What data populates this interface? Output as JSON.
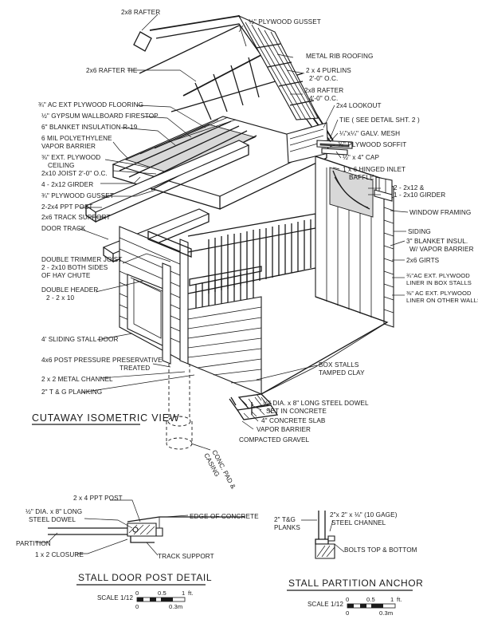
{
  "main_view": {
    "title": "CUTAWAY ISOMETRIC VIEW",
    "labels": {
      "rafter_2x8": "2x8 RAFTER",
      "plywood_gusset_half": "½\" PLYWOOD GUSSET",
      "metal_rib_roofing": "METAL RIB ROOFING",
      "rafter_tie": "2x6 RAFTER TIE",
      "purlins_1": "2 x 4  PURLINS",
      "purlins_2": "2'-0\" O.C.",
      "rafter_2x8_oc_1": "2x8 RAFTER",
      "rafter_2x8_oc_2": "4'-0\" O.C.",
      "ac_flooring": "¾\" AC EXT PLYWOOD FLOORING",
      "lookout": "2x4 LOOKOUT",
      "gypsum_1": "½\" GYPSUM WALLBOARD FIRESTOP",
      "tie_detail": "TIE  ( SEE DETAIL SHT. 2 )",
      "blanket_ceiling": "6\" BLANKET INSULATION  R-19",
      "galv_mesh": "¼\"x¼\"  GALV. MESH",
      "poly_1": "6 MIL POLYETHYLENE",
      "poly_2": "VAPOR BARRIER",
      "plywood_soffit": "⅜\" PLYWOOD SOFFIT",
      "ext_ceiling_1": "⅜\" EXT. PLYWOOD",
      "ext_ceiling_2": "CEILING",
      "cap": "½\" x 4\"  CAP",
      "joist": "2x10  JOIST  2'-0\" O.C.",
      "inlet_baffle_1": "1 x 6  HINGED INLET",
      "inlet_baffle_2": "BAFFLE",
      "girder_4": "4 - 2x12  GIRDER",
      "girder_2x12": "2 - 2x12 &",
      "plywood_gusset_34": "¾\" PLYWOOD GUSSET",
      "girder_1x10": "1 - 2x10  GIRDER",
      "ppt_post": "2-2x4  PPT POST",
      "track_support": "2x6  TRACK  SUPPORT",
      "window_framing": "WINDOW FRAMING",
      "door_track": "DOOR  TRACK",
      "siding": "SIDING",
      "wall_insul_1": "3\" BLANKET INSUL.",
      "wall_insul_2": "W/ VAPOR BARRIER",
      "trimmer_1": "DOUBLE TRIMMER JOIST",
      "trimmer_2": "2 - 2x10  BOTH SIDES",
      "trimmer_3": "OF HAY CHUTE",
      "girts": "2x6  GIRTS",
      "double_header_1": "DOUBLE HEADER",
      "double_header_2": "2 - 2 x 10",
      "liner_box_1": "¾\"AC EXT. PLYWOOD",
      "liner_box_2": "LINER IN BOX STALLS",
      "liner_other_1": "⅜\" AC EXT. PLYWOOD",
      "liner_other_2": "LINER ON OTHER WALLS",
      "sliding_door": "4' SLIDING STALL DOOR",
      "post_1": "4x6  POST  PRESSURE PRESERVATIVE",
      "post_2": "TREATED",
      "box_stalls_1": "BOX STALLS",
      "box_stalls_2": "TAMPED CLAY",
      "metal_channel": "2 x 2  METAL  CHANNEL",
      "tg_planking": "2\" T & G  PLANKING",
      "dowel_1": "½\" DIA. x 8\" LONG STEEL DOWEL",
      "dowel_2": "SET  IN  CONCRETE",
      "concrete_slab": "4\" CONCRETE SLAB",
      "vapor_barrier": "VAPOR  BARRIER",
      "gravel": "COMPACTED GRAVEL",
      "pad_1": "CONC. PAD &",
      "pad_2": "CASING"
    }
  },
  "detail_left": {
    "title": "STALL  DOOR  POST  DETAIL",
    "labels": {
      "post": "2 x 4  PPT POST",
      "dowel_1": "½\" DIA. x 8\" LONG",
      "dowel_2": "STEEL DOWEL",
      "edge": "EDGE OF CONCRETE",
      "partition": "PARTITION",
      "closure": "1 x 2  CLOSURE",
      "track_support": "TRACK SUPPORT"
    },
    "scale": {
      "label": "SCALE 1/12",
      "ticks_top": [
        "0",
        "0.5",
        "1"
      ],
      "unit_top": "ft.",
      "ticks_bottom": [
        "0",
        "0.3m"
      ]
    }
  },
  "detail_right": {
    "title": "STALL  PARTITION  ANCHOR",
    "labels": {
      "planks_1": "2\" T&G",
      "planks_2": "PLANKS",
      "channel_1": "2\"x 2\" x ⅛\"  (10 GAGE)",
      "channel_2": "STEEL  CHANNEL",
      "bolts": "BOLTS TOP & BOTTOM"
    },
    "scale": {
      "label": "SCALE 1/12",
      "ticks_top": [
        "0",
        "0.5",
        "1"
      ],
      "unit_top": "ft.",
      "ticks_bottom": [
        "0",
        "0.3m"
      ]
    }
  }
}
